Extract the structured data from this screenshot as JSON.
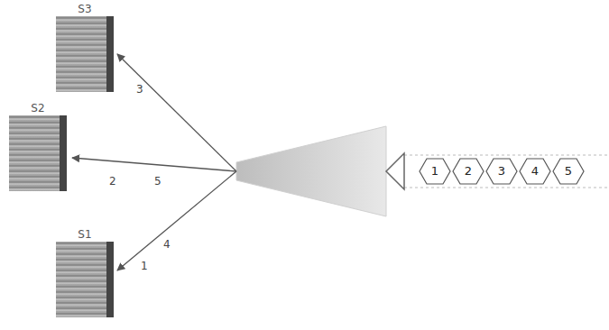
{
  "diagram": {
    "nodes": [
      {
        "text": [
          "S3"
        ]
      },
      {
        "text": [
          "S2"
        ]
      },
      {
        "text": [
          "S1"
        ]
      },
      {
        "text": [
          "1"
        ]
      },
      {
        "text": [
          "2"
        ]
      },
      {
        "text": [
          "3"
        ]
      },
      {
        "text": [
          "4"
        ]
      },
      {
        "text": [
          "5"
        ]
      }
    ],
    "labels": [
      "3",
      "2",
      "5",
      "4",
      "1"
    ]
  }
}
